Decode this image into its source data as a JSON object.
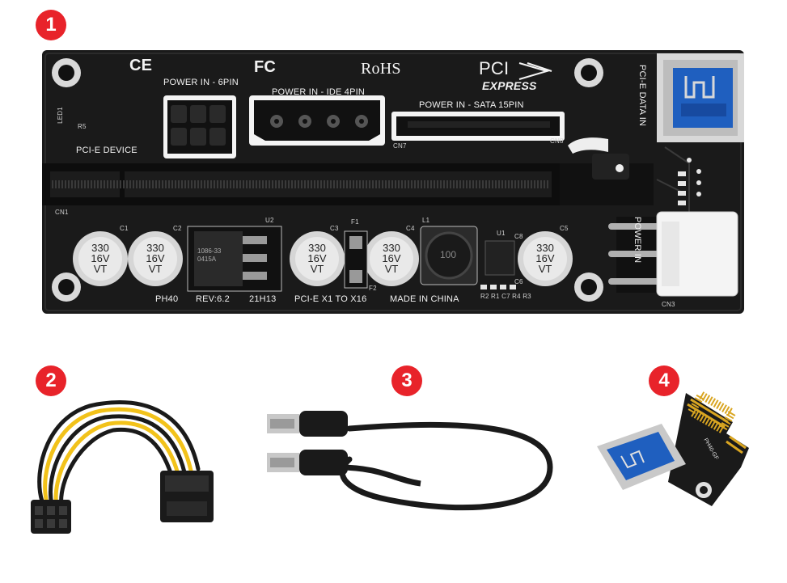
{
  "badges": [
    "1",
    "2",
    "3",
    "4"
  ],
  "board": {
    "logos": {
      "ce": "CE",
      "fc": "FC",
      "rohs": "RoHS",
      "pci": "PCI",
      "express": "EXPRESS"
    },
    "labels": {
      "power_6pin": "POWER IN - 6PIN",
      "power_ide": "POWER IN - IDE 4PIN",
      "power_sata": "POWER IN - SATA 15PIN",
      "pcie_data_in": "PCI-E DATA IN",
      "pcie_device": "PCI-E DEVICE",
      "power_in": "POWER IN",
      "ph40": "PH40",
      "rev": "REV:6.2",
      "date_code": "21H13",
      "x1_to_x16": "PCI-E X1 TO X16",
      "made_in": "MADE IN CHINA"
    },
    "refs": {
      "led1": "LED1",
      "r5": "R5",
      "cn1": "CN1",
      "cn7": "CN7",
      "cn8": "CN8",
      "cn3": "CN3",
      "c1": "C1",
      "c2": "C2",
      "c3": "C3",
      "c4": "C4",
      "c5": "C5",
      "c6": "C6",
      "c8": "C8",
      "u1": "U1",
      "u2": "U2",
      "f1": "F1",
      "f2": "F2",
      "l1": "L1",
      "r_list": "R2 R1 C7 R4 R3"
    },
    "capacitor": {
      "line1": "330",
      "line2": "16V",
      "line3": "VT"
    },
    "regulator": {
      "line1": "1086-33",
      "line2": "0415A"
    },
    "inductor": "100"
  },
  "adapter": {
    "label": "PH40-GF"
  },
  "colors": {
    "badge": "#e8232a",
    "pcb": "#1a1a1a",
    "silkscreen": "#f2f2f2",
    "usb_blue": "#1f5fbf",
    "gold": "#d9a521",
    "yellow_wire": "#f2c21a"
  }
}
